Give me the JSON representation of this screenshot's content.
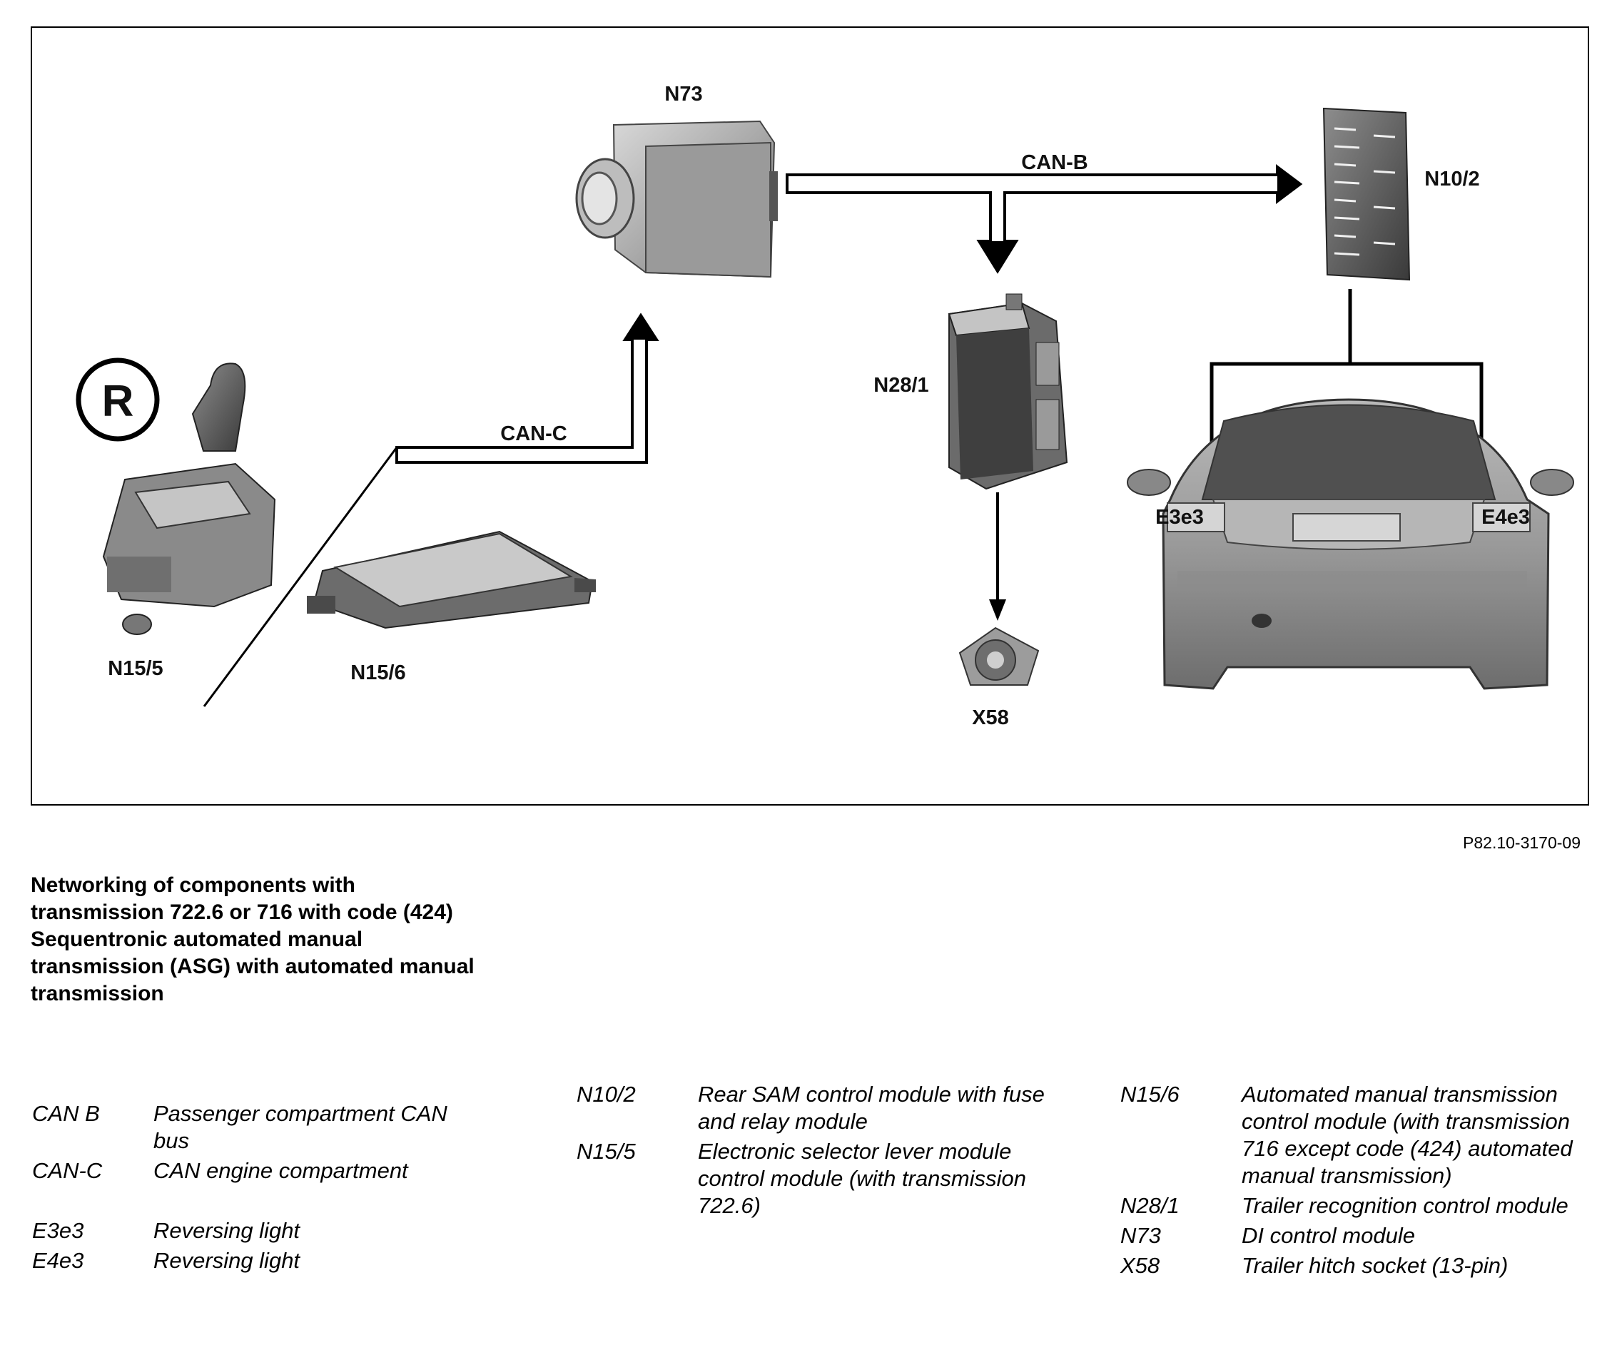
{
  "diagram": {
    "labels": {
      "n73": "N73",
      "n10_2": "N10/2",
      "n28_1": "N28/1",
      "n15_5": "N15/5",
      "n15_6": "N15/6",
      "x58": "X58",
      "e3e3": "E3e3",
      "e4e3": "E4e3",
      "r_symbol": "R"
    },
    "buses": {
      "can_b": "CAN-B",
      "can_c": "CAN-C"
    }
  },
  "figure_id": "P82.10-3170-09",
  "caption": "Networking of components with transmission 722.6 or 716 with code (424) Sequentronic automated manual transmission (ASG) with automated manual transmission",
  "legend": {
    "col1": [
      {
        "code": "CAN B",
        "desc": "Passenger compartment CAN bus"
      },
      {
        "code": "CAN-C",
        "desc": "CAN engine compartment"
      },
      {
        "code": "E3e3",
        "desc": "Reversing light"
      },
      {
        "code": "E4e3",
        "desc": "Reversing light"
      }
    ],
    "col2": [
      {
        "code": "N10/2",
        "desc": "Rear SAM control module with fuse and relay module"
      },
      {
        "code": "N15/5",
        "desc": "Electronic selector lever module control module (with transmission 722.6)"
      }
    ],
    "col3": [
      {
        "code": "N15/6",
        "desc": "Automated manual transmission control module (with transmission 716 except code (424) automated manual transmission)"
      },
      {
        "code": "N28/1",
        "desc": "Trailer recognition control module"
      },
      {
        "code": "N73",
        "desc": "DI control module"
      },
      {
        "code": "X58",
        "desc": "Trailer hitch socket (13-pin)"
      }
    ]
  }
}
